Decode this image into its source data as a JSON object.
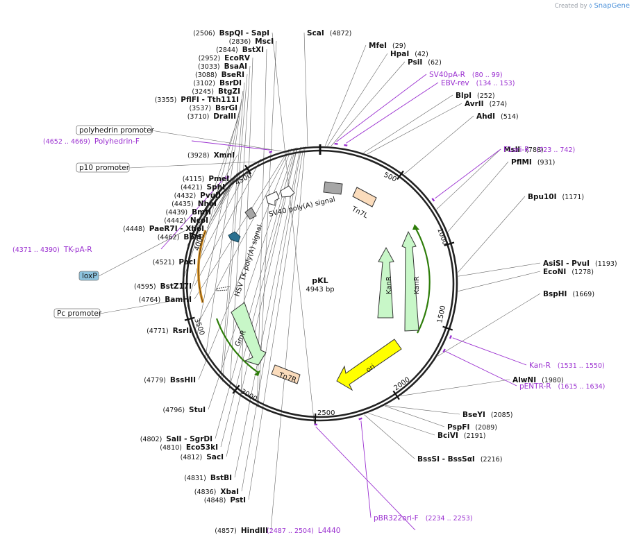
{
  "credit": {
    "prefix": "Created by",
    "brand": "SnapGene",
    "logo_icon": "snapgene-logo-icon"
  },
  "plasmid": {
    "name": "pKL",
    "size": "4943 bp"
  },
  "ticks": [
    "500",
    "1000",
    "1500",
    "2000",
    "2500",
    "3000",
    "3500",
    "4000",
    "4500"
  ],
  "sites": [
    {
      "name": "ScaI",
      "pos": "(4872)",
      "side": "R"
    },
    {
      "name": "MfeI",
      "pos": "(29)",
      "side": "R"
    },
    {
      "name": "HpaI",
      "pos": "(42)",
      "side": "R"
    },
    {
      "name": "PsiI",
      "pos": "(62)",
      "side": "R"
    },
    {
      "name": "BlpI",
      "pos": "(252)",
      "side": "R"
    },
    {
      "name": "AvrII",
      "pos": "(274)",
      "side": "R"
    },
    {
      "name": "AhdI",
      "pos": "(514)",
      "side": "R"
    },
    {
      "name": "MslI",
      "pos": "(788)",
      "side": "R"
    },
    {
      "name": "PflMI",
      "pos": "(931)",
      "side": "R"
    },
    {
      "name": "Bpu10I",
      "pos": "(1171)",
      "side": "R"
    },
    {
      "name": "AsiSI - PvuI",
      "pos": "(1193)",
      "side": "R"
    },
    {
      "name": "EcoNI",
      "pos": "(1278)",
      "side": "R"
    },
    {
      "name": "BspHI",
      "pos": "(1669)",
      "side": "R"
    },
    {
      "name": "AlwNI",
      "pos": "(1980)",
      "side": "R"
    },
    {
      "name": "BseYI",
      "pos": "(2085)",
      "side": "R"
    },
    {
      "name": "PspFI",
      "pos": "(2089)",
      "side": "R"
    },
    {
      "name": "BciVI",
      "pos": "(2191)",
      "side": "R"
    },
    {
      "name": "BssSI - BssSαI",
      "pos": "(2216)",
      "side": "R"
    },
    {
      "name": "BspQI - SapI",
      "pos": "(2506)",
      "side": "L"
    },
    {
      "name": "MscI",
      "pos": "(2836)",
      "side": "L"
    },
    {
      "name": "BstXI",
      "pos": "(2844)",
      "side": "L"
    },
    {
      "name": "EcoRV",
      "pos": "(2952)",
      "side": "L"
    },
    {
      "name": "BsaAI",
      "pos": "(3033)",
      "side": "L"
    },
    {
      "name": "BseRI",
      "pos": "(3088)",
      "side": "L"
    },
    {
      "name": "BsrDI",
      "pos": "(3102)",
      "side": "L"
    },
    {
      "name": "BtgZI",
      "pos": "(3245)",
      "side": "L"
    },
    {
      "name": "PflFI - Tth111I",
      "pos": "(3355)",
      "side": "L"
    },
    {
      "name": "BsrGI",
      "pos": "(3537)",
      "side": "L"
    },
    {
      "name": "DraIII",
      "pos": "(3710)",
      "side": "L"
    },
    {
      "name": "XmnI",
      "pos": "(3928)",
      "side": "L"
    },
    {
      "name": "PmeI",
      "pos": "(4115)",
      "side": "L"
    },
    {
      "name": "SphI",
      "pos": "(4421)",
      "side": "L"
    },
    {
      "name": "PvuII",
      "pos": "(4432)",
      "side": "L"
    },
    {
      "name": "NheI",
      "pos": "(4435)",
      "side": "L"
    },
    {
      "name": "BmtI",
      "pos": "(4439)",
      "side": "L"
    },
    {
      "name": "NcoI",
      "pos": "(4442)",
      "side": "L"
    },
    {
      "name": "PaeR7I - XhoI",
      "pos": "(4448)",
      "side": "L"
    },
    {
      "name": "BbsI",
      "pos": "(4462)",
      "side": "L"
    },
    {
      "name": "PacI",
      "pos": "(4521)",
      "side": "L"
    },
    {
      "name": "BstZ17I",
      "pos": "(4595)",
      "side": "L"
    },
    {
      "name": "BamHI",
      "pos": "(4764)",
      "side": "L"
    },
    {
      "name": "RsrII",
      "pos": "(4771)",
      "side": "L"
    },
    {
      "name": "BssHII",
      "pos": "(4779)",
      "side": "L"
    },
    {
      "name": "StuI",
      "pos": "(4796)",
      "side": "L"
    },
    {
      "name": "SalI - SgrDI",
      "pos": "(4802)",
      "side": "L"
    },
    {
      "name": "Eco53kI",
      "pos": "(4810)",
      "side": "L"
    },
    {
      "name": "SacI",
      "pos": "(4812)",
      "side": "L"
    },
    {
      "name": "BstBI",
      "pos": "(4831)",
      "side": "L"
    },
    {
      "name": "XbaI",
      "pos": "(4836)",
      "side": "L"
    },
    {
      "name": "PstI",
      "pos": "(4848)",
      "side": "L"
    },
    {
      "name": "HindIII",
      "pos": "(4857)",
      "side": "L"
    }
  ],
  "primers": [
    {
      "name": "SV40pA-R",
      "pos": "(80 .. 99)"
    },
    {
      "name": "EBV-rev",
      "pos": "(134 .. 153)"
    },
    {
      "name": "F1ori-R",
      "pos": "(723 .. 742)"
    },
    {
      "name": "Kan-R",
      "pos": "(1531 .. 1550)"
    },
    {
      "name": "pENTR-R",
      "pos": "(1615 .. 1634)"
    },
    {
      "name": "pBR322ori-F",
      "pos": "(2234 .. 2253)"
    },
    {
      "name": "L4440",
      "pos": "(2487 .. 2504)"
    },
    {
      "name": "TK-pA-R",
      "pos": "(4371 .. 4390)"
    },
    {
      "name": "Polyhedrin-F",
      "pos": "(4652 .. 4669)"
    }
  ],
  "boxed_labels": [
    {
      "name": "polyhedrin promoter",
      "color": "#ffffff"
    },
    {
      "name": "p10 promoter",
      "color": "#ffffff"
    },
    {
      "name": "loxP",
      "color": "#8ec4df"
    },
    {
      "name": "Pc promoter",
      "color": "#ffffff"
    }
  ],
  "features": [
    {
      "name": "SV40 poly(A) signal",
      "color": "#ffffff"
    },
    {
      "name": "Tn7L",
      "color": "#fbdcbc"
    },
    {
      "name": "KanR",
      "color": "#c8f7c8"
    },
    {
      "name": "ori",
      "color": "#ffff00"
    },
    {
      "name": "Tn7R",
      "color": "#fbdcbc"
    },
    {
      "name": "GmR",
      "color": "#c8f7c8"
    },
    {
      "name": "HSV TK poly(A) signal",
      "color": "#a0a0a0"
    },
    {
      "name": "loxP",
      "color": "#2a7090"
    }
  ],
  "colors": {
    "primer": "#9a2fd0",
    "backbone": "#222222",
    "gene": "#c8f7c8",
    "ori": "#ffff00",
    "tn7": "#fbdcbc",
    "orf_line": "#2e7d0a",
    "orf_line_orange": "#e09a2a"
  }
}
